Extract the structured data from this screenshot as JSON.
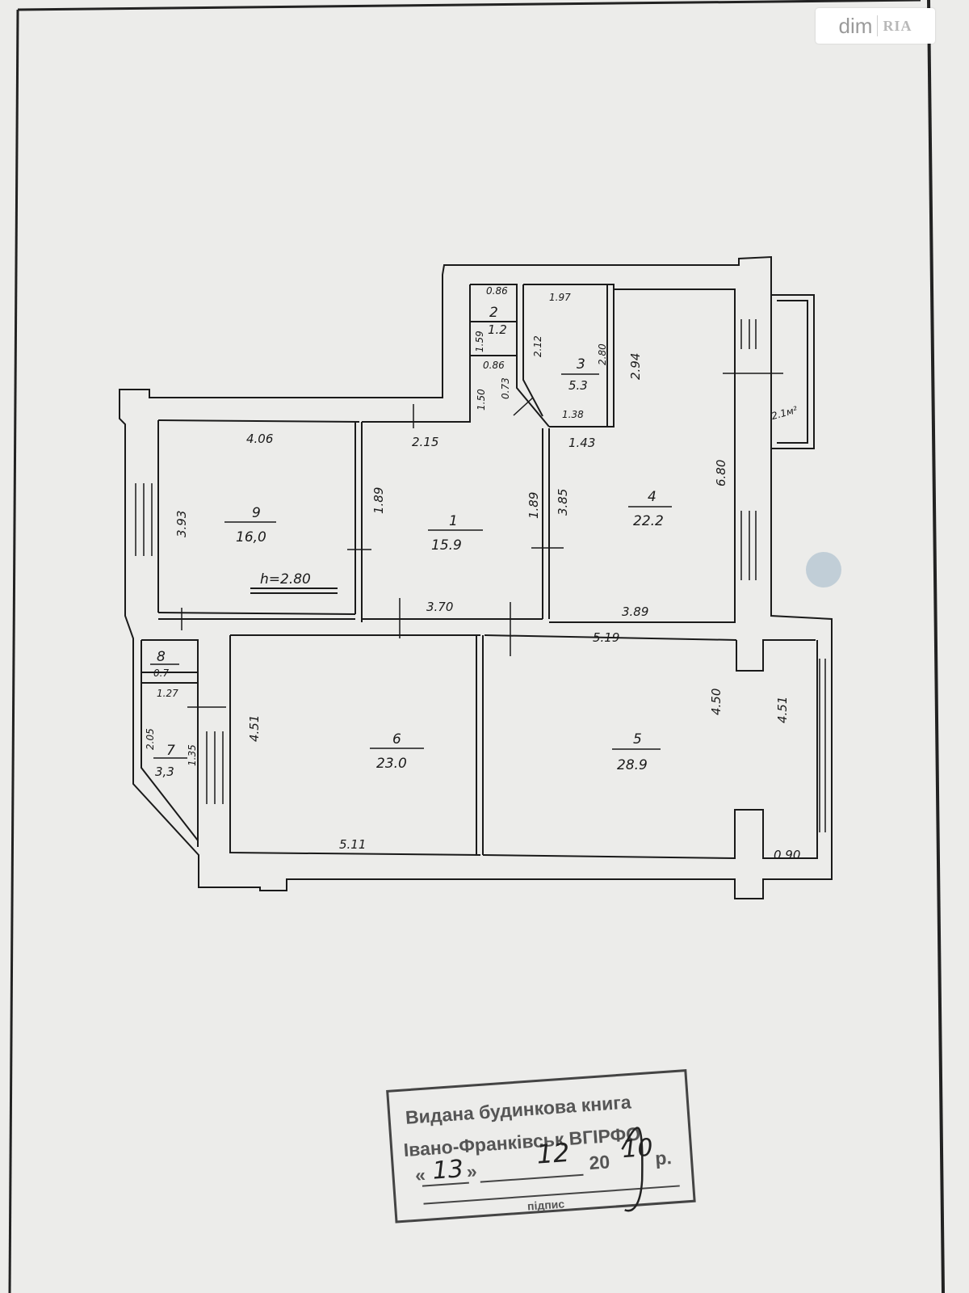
{
  "watermark": {
    "word": "dim",
    "logo": "RIA"
  },
  "plan": {
    "ceiling_height": "h=2.80",
    "rooms": [
      {
        "id": "room-9",
        "number": "9",
        "area": "16,0"
      },
      {
        "id": "room-1",
        "number": "1",
        "area": "15.9"
      },
      {
        "id": "room-2",
        "number": "2",
        "area": "1.2"
      },
      {
        "id": "room-3",
        "number": "3",
        "area": "5.3"
      },
      {
        "id": "room-4",
        "number": "4",
        "area": "22.2"
      },
      {
        "id": "room-5",
        "number": "5",
        "area": "28.9"
      },
      {
        "id": "room-6",
        "number": "6",
        "area": "23.0"
      },
      {
        "id": "room-7",
        "number": "7",
        "area": "3,3"
      },
      {
        "id": "room-8",
        "number": "8",
        "area": "0.7"
      }
    ],
    "balcony_area": "2.1м²",
    "dimensions": [
      "4.06",
      "3.93",
      "1.89",
      "2.15",
      "1.89",
      "3.70",
      "1.50",
      "0.73",
      "0.86",
      "1.59",
      "0.86",
      "2.12",
      "1.97",
      "2.80",
      "1.38",
      "2.94",
      "1.43",
      "3.85",
      "6.80",
      "3.89",
      "5.19",
      "4.50",
      "4.51",
      "4.51",
      "5.11",
      "0.90",
      "1.27",
      "2.05",
      "1.35"
    ]
  },
  "stamp": {
    "line1": "Видана будинкова книга",
    "line2": "Івано-Франківськ ВГІРФО",
    "day": "13",
    "month": "12",
    "year_prefix": "20",
    "year_suffix": "10",
    "year_end": "р.",
    "open_quote": "«",
    "close_quote": "»",
    "signature_label": "підпис"
  }
}
